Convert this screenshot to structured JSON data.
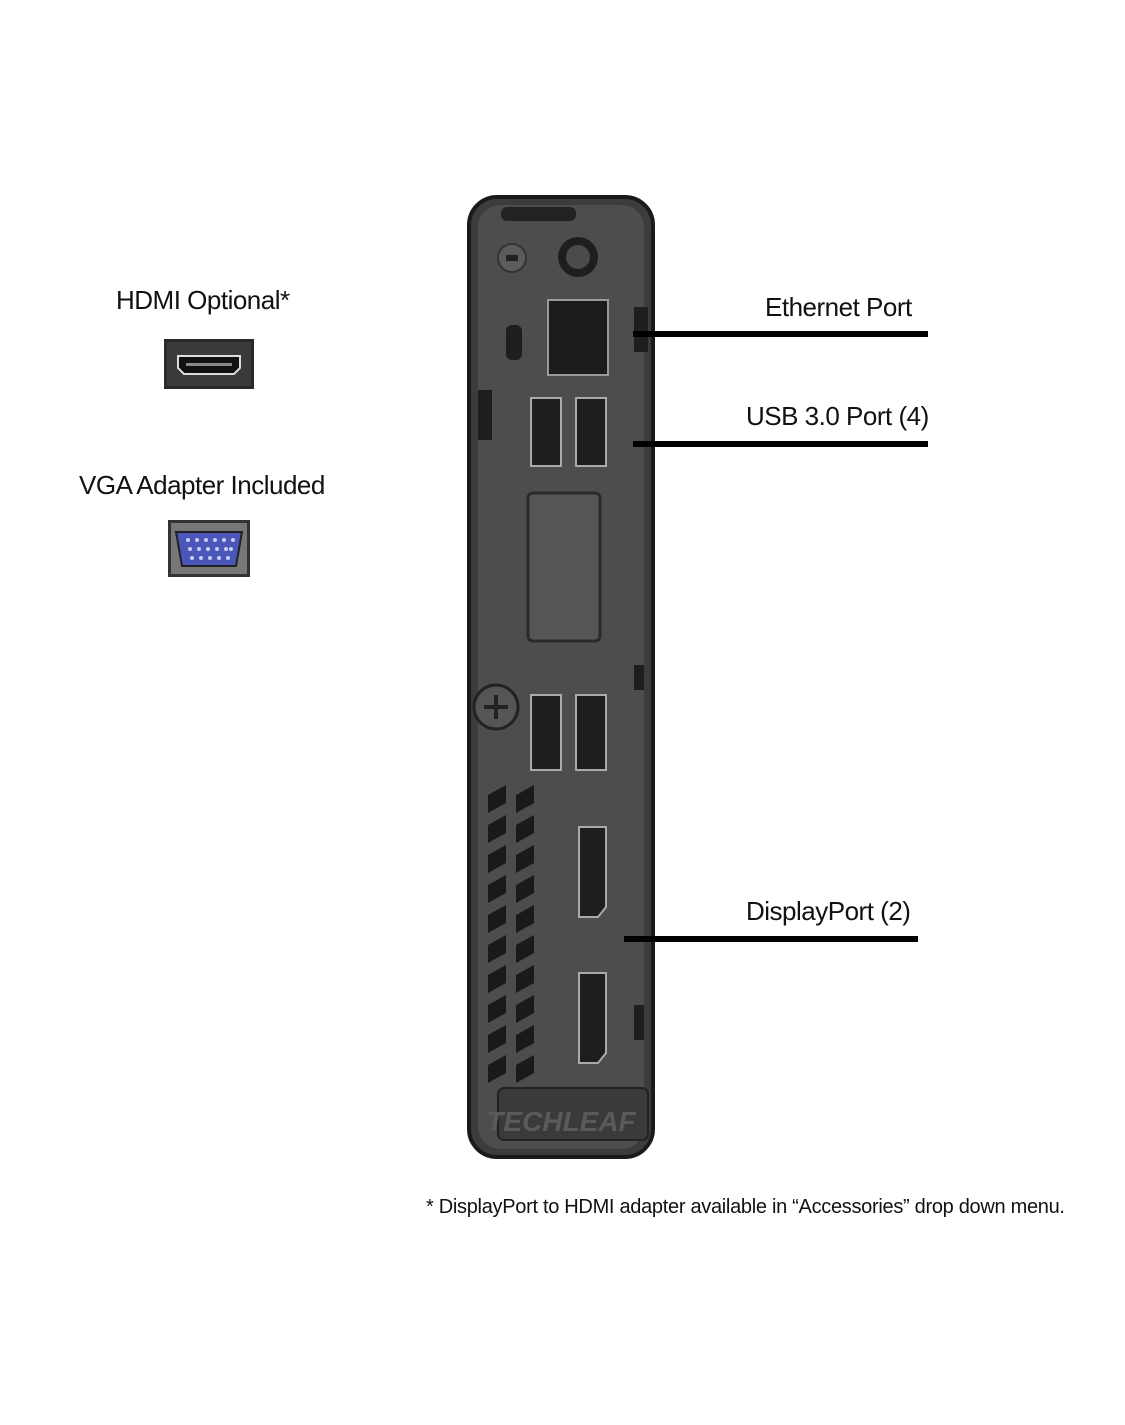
{
  "left_panel": {
    "hdmi_label": "HDMI Optional*",
    "vga_label": "VGA Adapter Included"
  },
  "callouts": {
    "ethernet": "Ethernet Port",
    "usb": "USB 3.0 Port (4)",
    "displayport": "DisplayPort (2)"
  },
  "footnote": "*  DisplayPort to HDMI adapter available in “Accessories” drop down menu.",
  "watermark": "TECHLEAF",
  "colors": {
    "device": "#4a4a4a",
    "vga": "#4a56b8"
  }
}
